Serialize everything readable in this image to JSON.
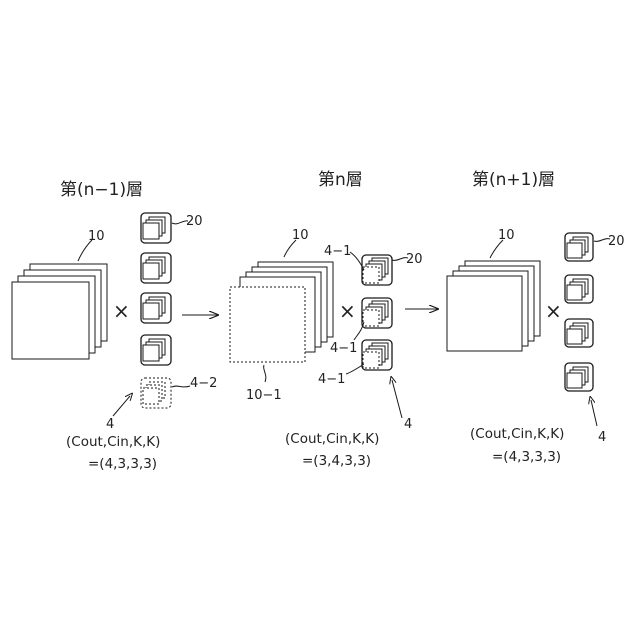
{
  "layers": [
    {
      "title": "第(n−1)層",
      "feature_label": "10",
      "kernel_label": "20",
      "extra_label": "4−2",
      "pointer_label": "4",
      "shape_heading": "(Cout,Cin,K,K)",
      "shape_value": "=(4,3,3,3)"
    },
    {
      "title": "第n層",
      "feature_label": "10",
      "dashed_feature_label": "10−1",
      "kernel_label": "20",
      "pruned_labels": [
        "4−1",
        "4−1",
        "4−1"
      ],
      "pointer_label": "4",
      "shape_heading": "(Cout,Cin,K,K)",
      "shape_value": "=(3,4,3,3)"
    },
    {
      "title": "第(n+1)層",
      "feature_label": "10",
      "kernel_label": "20",
      "pointer_label": "4",
      "shape_heading": "(Cout,Cin,K,K)",
      "shape_value": "=(4,3,3,3)"
    }
  ],
  "operators": {
    "multiply": "×",
    "arrow": "→"
  }
}
